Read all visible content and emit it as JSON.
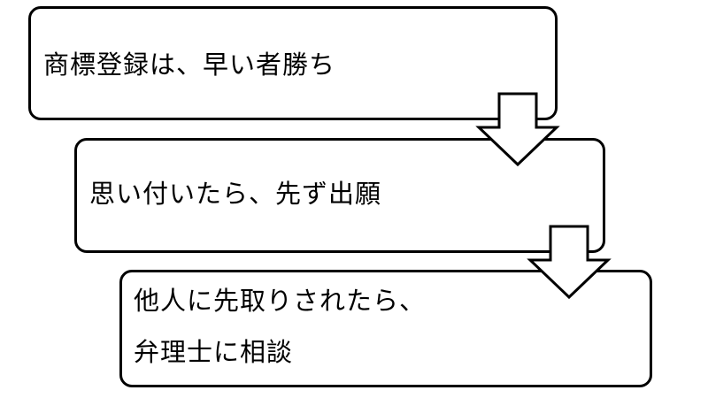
{
  "steps": [
    {
      "lines": [
        "商標登録は、早い者勝ち"
      ]
    },
    {
      "lines": [
        "思い付いたら、先ず出願"
      ]
    },
    {
      "lines": [
        "他人に先取りされたら、",
        "弁理士に相談"
      ]
    }
  ],
  "colors": {
    "stroke": "#000000",
    "fill": "#ffffff"
  },
  "icons": [
    "down-arrow-icon",
    "down-arrow-icon"
  ]
}
